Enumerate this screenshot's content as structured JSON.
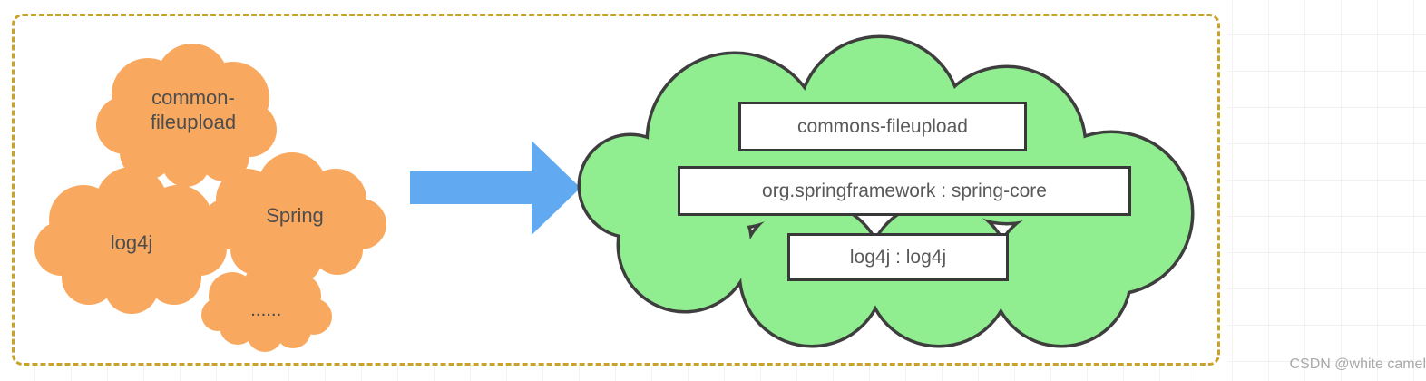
{
  "colors": {
    "cloud_orange": "#F8A95F",
    "cloud_green_fill": "#90EE90",
    "cloud_green_stroke": "#3E3E3E",
    "arrow_blue": "#61AAF2",
    "dashed_border": "#C9A22B",
    "box_border": "#383838",
    "box_text": "#595959",
    "cloud_text": "#4D4D4D",
    "grid_line": "#F2F0F1",
    "watermark_text_color": "#A9A9A9"
  },
  "left_clouds": [
    {
      "id": "common-fileupload",
      "lines": [
        "common-",
        "fileupload"
      ]
    },
    {
      "id": "spring",
      "lines": [
        "Spring"
      ]
    },
    {
      "id": "log4j",
      "lines": [
        "log4j"
      ]
    },
    {
      "id": "more",
      "lines": [
        "......"
      ]
    }
  ],
  "arrow": {
    "icon": "arrow-right-icon",
    "direction": "right"
  },
  "managed_cloud": {
    "boxes": [
      {
        "label": "commons-fileupload"
      },
      {
        "label": "org.springframework : spring-core"
      },
      {
        "label": "log4j : log4j"
      }
    ]
  },
  "watermark": {
    "text": "CSDN @white camel"
  }
}
